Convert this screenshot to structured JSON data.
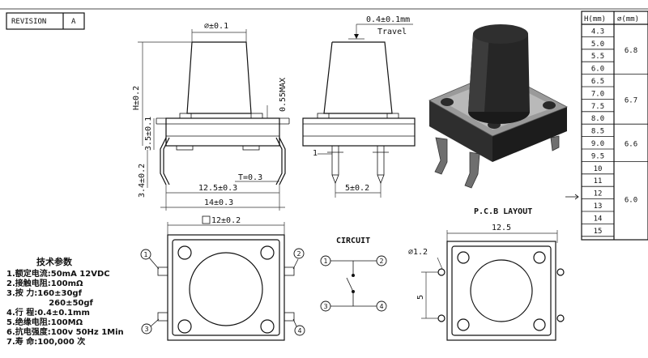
{
  "revision": {
    "label": "REVISION",
    "value": "A"
  },
  "dims": {
    "top_dia": "∅±0.1",
    "height": "H±0.2",
    "p05": "0.55MAX",
    "p35": "3.5±0.1",
    "p34": "3.4±0.2",
    "t": "T=0.3",
    "w125": "12.5±0.3",
    "w14": "14±0.3",
    "travel_val": "0.4±0.1mm",
    "travel_label": "Travel",
    "one": "1",
    "five": "5±0.2",
    "sq12": "12±0.2",
    "pcb_title": "P.C.B LAYOUT",
    "pcb_w": "12.5",
    "pcb_hole": "∅1.2",
    "pcb_five": "5",
    "circuit": "CIRCUIT"
  },
  "pins": {
    "p1": "1",
    "p2": "2",
    "p3": "3",
    "p4": "4"
  },
  "specs": {
    "title": "技术参数",
    "lines": [
      "1.额定电流:50mA 12VDC",
      "2.接触电阻:100mΩ",
      "3.按      力:160±30gf",
      "               260±50gf",
      "4.行      程:0.4±0.1mm",
      "5.绝缘电阻:100MΩ",
      "6.抗电强度:100v 50Hz 1Min",
      "7.寿      命:100,000  次"
    ]
  },
  "table": {
    "header_h": "H(mm)",
    "header_d": "∅(mm)",
    "h_values": [
      "4.3",
      "5.0",
      "5.5",
      "6.0",
      "6.5",
      "7.0",
      "7.5",
      "8.0",
      "8.5",
      "9.0",
      "9.5",
      "10",
      "11",
      "12",
      "13",
      "14",
      "15"
    ],
    "d_values": [
      "6.8",
      "6.7",
      "6.6",
      "6.0"
    ]
  }
}
